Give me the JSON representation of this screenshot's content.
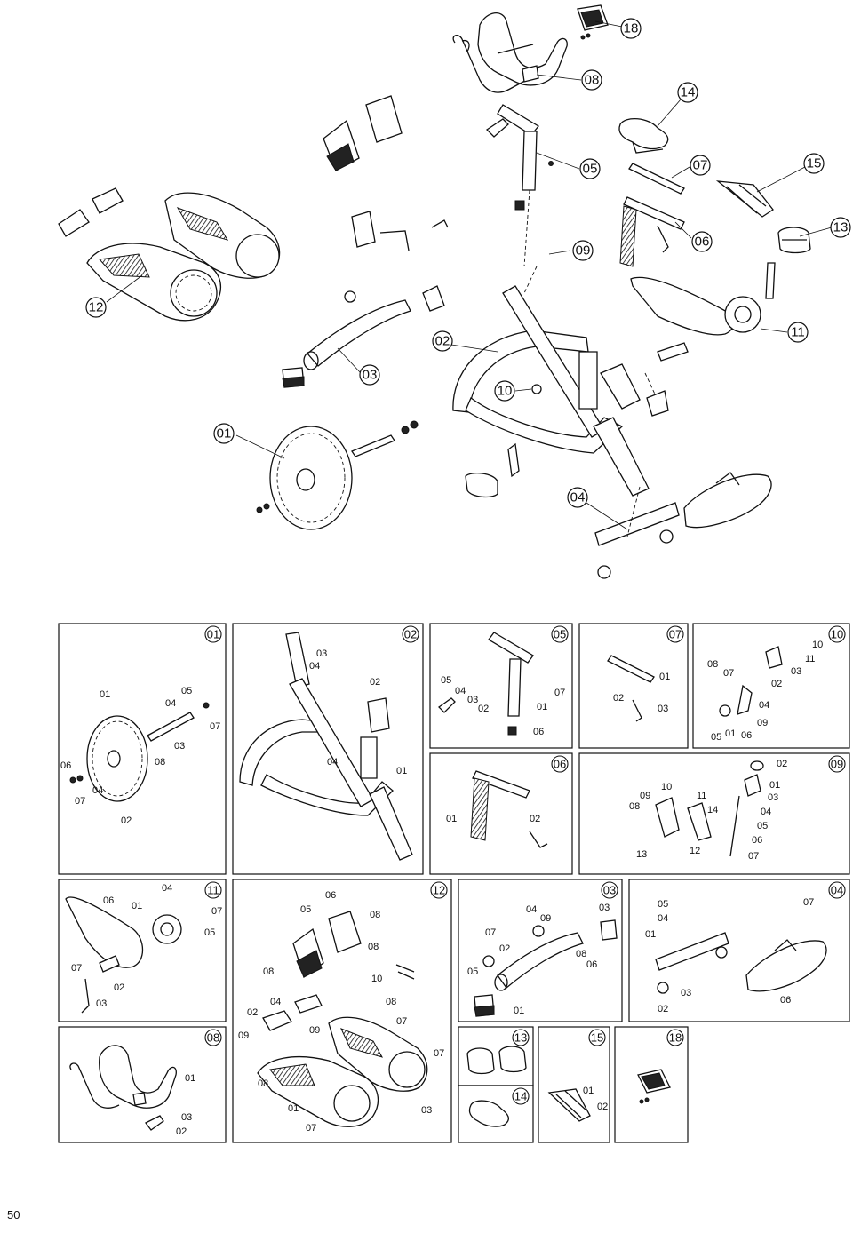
{
  "page_number": "50",
  "main_labels": [
    "18",
    "08",
    "14",
    "05",
    "07",
    "15",
    "09",
    "06",
    "13",
    "12",
    "03",
    "02",
    "11",
    "10",
    "01",
    "04"
  ],
  "panels": [
    {
      "badge": "01",
      "callouts": [
        "01",
        "05",
        "04",
        "07",
        "03",
        "08",
        "06",
        "04",
        "07",
        "02"
      ]
    },
    {
      "badge": "02",
      "callouts": [
        "03",
        "04",
        "02",
        "04",
        "01"
      ]
    },
    {
      "badge": "05",
      "callouts": [
        "05",
        "04",
        "03",
        "02",
        "07",
        "01",
        "06"
      ]
    },
    {
      "badge": "07",
      "callouts": [
        "01",
        "02",
        "03"
      ]
    },
    {
      "badge": "10",
      "callouts": [
        "10",
        "08",
        "07",
        "11",
        "03",
        "02",
        "04",
        "09",
        "05",
        "01",
        "06"
      ]
    },
    {
      "badge": "06",
      "callouts": [
        "01",
        "02"
      ]
    },
    {
      "badge": "09",
      "callouts": [
        "02",
        "01",
        "10",
        "09",
        "11",
        "03",
        "08",
        "14",
        "04",
        "05",
        "06",
        "13",
        "12",
        "07"
      ]
    },
    {
      "badge": "11",
      "callouts": [
        "04",
        "06",
        "01",
        "07",
        "05",
        "07",
        "02",
        "03"
      ]
    },
    {
      "badge": "12",
      "callouts": [
        "06",
        "05",
        "08",
        "08",
        "08",
        "10",
        "04",
        "08",
        "02",
        "07",
        "09",
        "09",
        "07",
        "08",
        "01",
        "07",
        "03"
      ]
    },
    {
      "badge": "03",
      "callouts": [
        "04",
        "09",
        "03",
        "07",
        "02",
        "08",
        "05",
        "06",
        "01"
      ]
    },
    {
      "badge": "04",
      "callouts": [
        "05",
        "07",
        "04",
        "01",
        "03",
        "02",
        "06"
      ]
    },
    {
      "badge": "08",
      "callouts": [
        "01",
        "03",
        "02"
      ]
    },
    {
      "badge": "13",
      "callouts": []
    },
    {
      "badge": "14",
      "callouts": []
    },
    {
      "badge": "15",
      "callouts": [
        "01",
        "02"
      ]
    },
    {
      "badge": "18",
      "callouts": []
    }
  ]
}
